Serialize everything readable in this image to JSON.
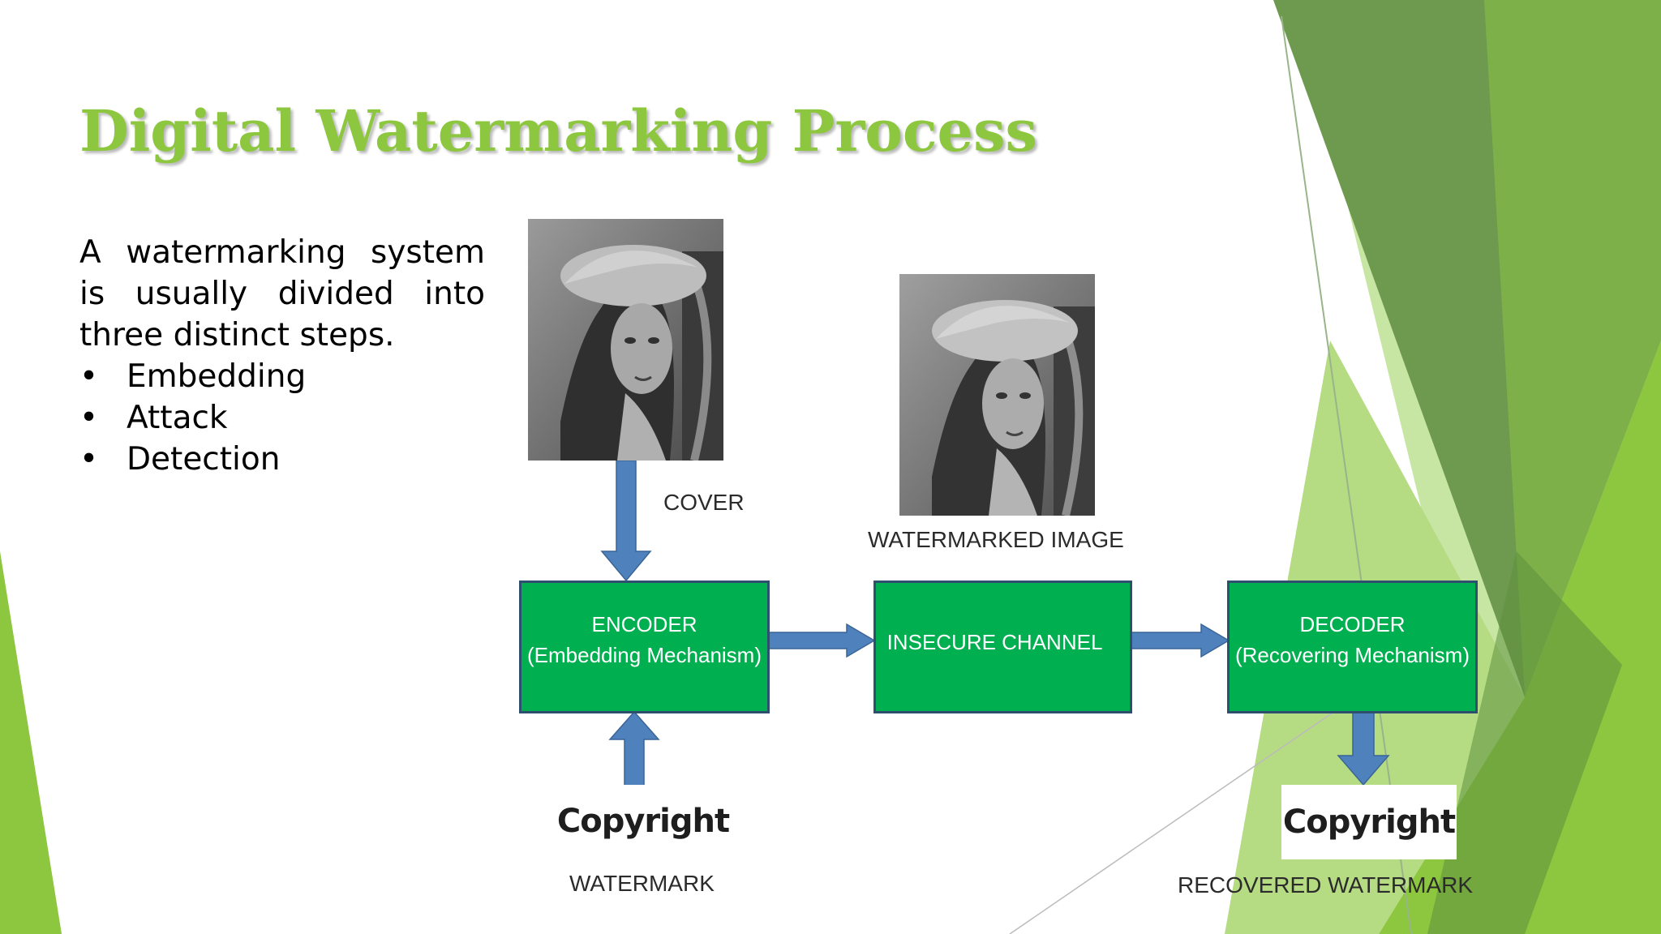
{
  "slide": {
    "title": "Digital Watermarking Process",
    "intro": "A watermarking system is usually divided into three distinct steps.",
    "bullet_symbol": "•",
    "bullets": [
      "Embedding",
      "Attack",
      "Detection"
    ]
  },
  "diagram": {
    "cover_label": "COVER",
    "watermarked_image_label": "WATERMARKED IMAGE",
    "encoder": {
      "line1": "ENCODER",
      "line2": "(Embedding Mechanism)"
    },
    "channel": {
      "line1": "INSECURE CHANNEL"
    },
    "decoder": {
      "line1": "DECODER",
      "line2": "(Recovering Mechanism)"
    },
    "watermark_text": "Copyright",
    "recovered_watermark_text": "Copyright",
    "watermark_label": "WATERMARK",
    "recovered_watermark_label": "RECOVERED WATERMARK"
  },
  "colors": {
    "title": "#8dc63f",
    "box_fill": "#00b050",
    "box_border": "#2f4f6f",
    "arrow": "#4f81bd",
    "accent_green": "#8dc63f",
    "dark_green": "#6b9a45"
  }
}
